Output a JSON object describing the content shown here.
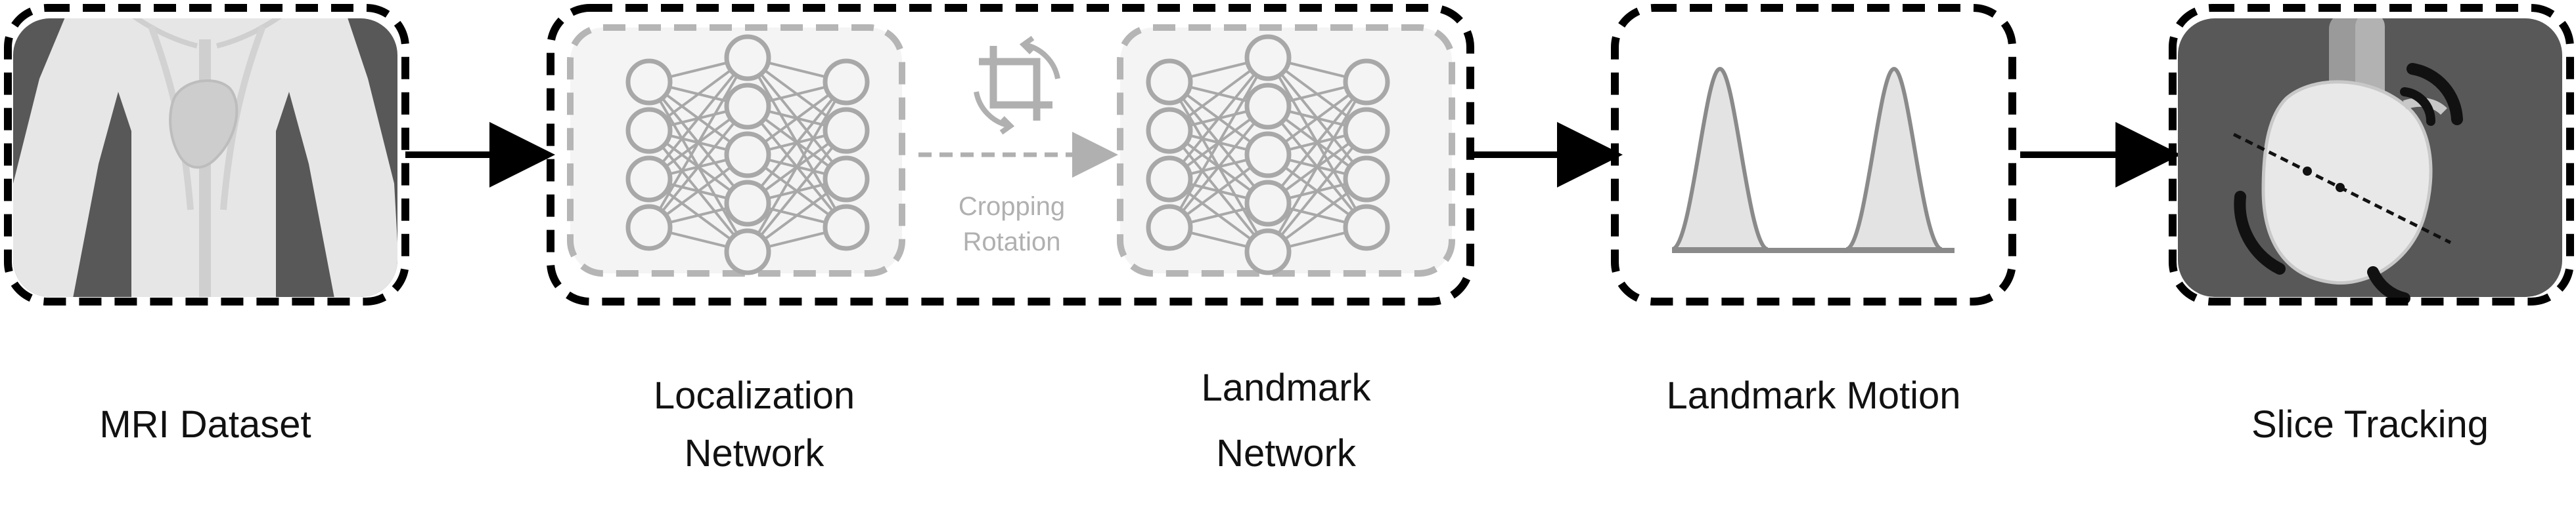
{
  "colors": {
    "border": "#000000",
    "inner_border": "#b5b5b5",
    "panel_bg": "#f4f4f4",
    "dark_panel": "#585858",
    "body_light": "#e6e6e6",
    "neuron": "#a8a8a8",
    "peak_fill": "#e3e3e3",
    "peak_stroke": "#8a8a8a"
  },
  "stages": [
    {
      "id": "mri",
      "caption": "MRI Dataset"
    },
    {
      "id": "localization",
      "caption_lines": [
        "Localization",
        "Network"
      ]
    },
    {
      "id": "landmark",
      "caption_lines": [
        "Landmark",
        "Network"
      ]
    },
    {
      "id": "motion",
      "caption": "Landmark Motion"
    },
    {
      "id": "tracking",
      "caption": "Slice Tracking"
    }
  ],
  "network_box": {
    "transition_lines": [
      "Cropping",
      "Rotation"
    ],
    "transition_icon": "crop-rotate-icon"
  },
  "neural_net": {
    "layers": [
      4,
      5,
      4
    ]
  }
}
